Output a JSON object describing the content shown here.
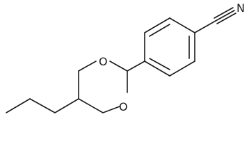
{
  "structure": {
    "atoms": {
      "nitrogen": "N",
      "oxygen_upper": "O",
      "oxygen_lower": "O"
    },
    "bond_color": "#1a1a1a",
    "background": "#ffffff"
  }
}
